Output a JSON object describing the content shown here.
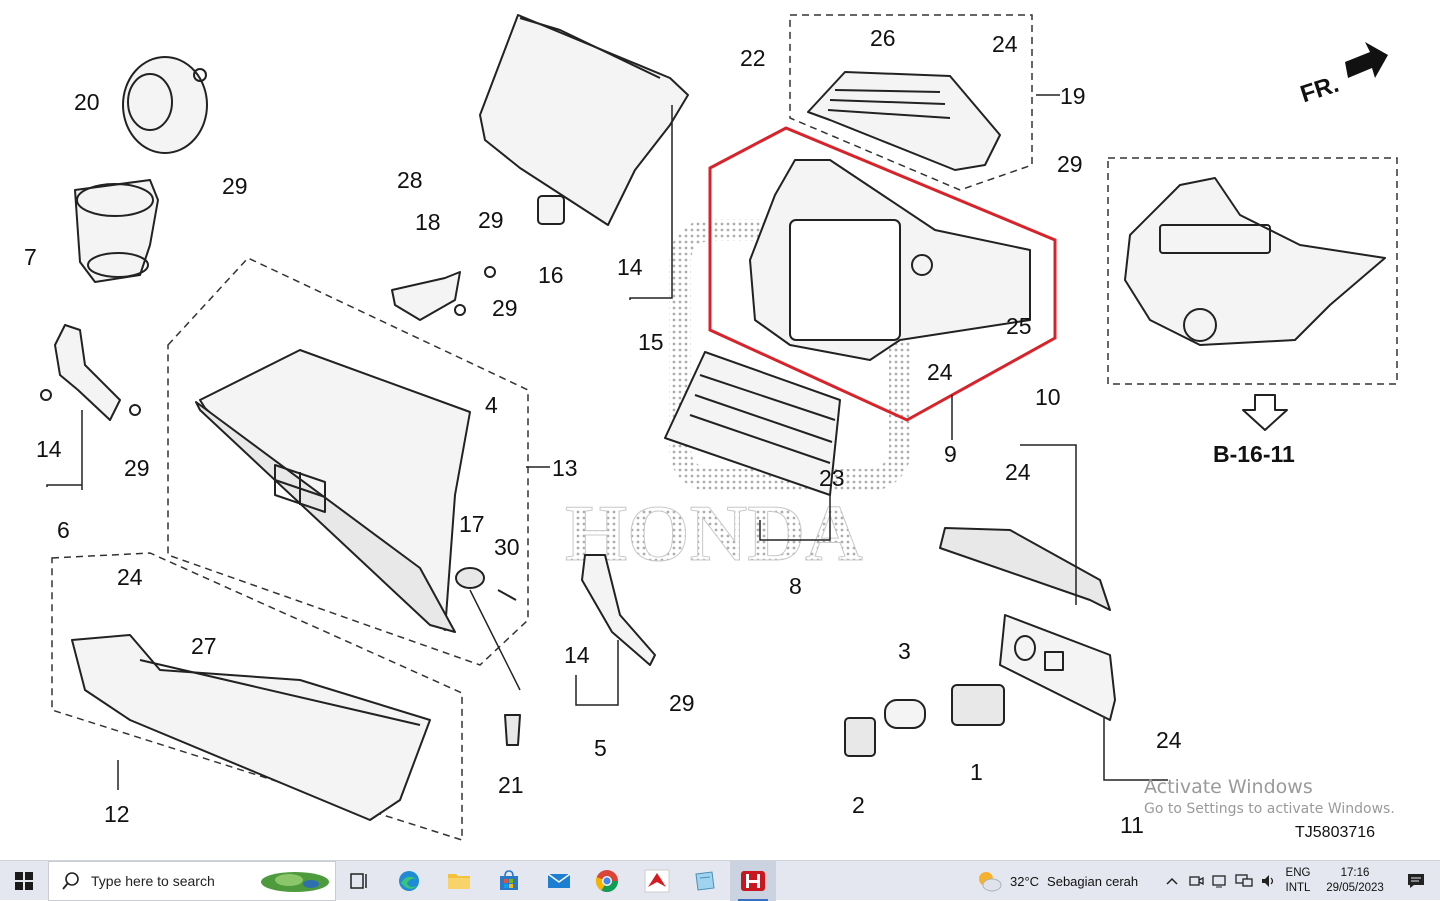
{
  "diagram": {
    "callouts": [
      {
        "id": "20",
        "text": "20"
      },
      {
        "id": "29a",
        "text": "29"
      },
      {
        "id": "7",
        "text": "7"
      },
      {
        "id": "14a",
        "text": "14"
      },
      {
        "id": "29b",
        "text": "29"
      },
      {
        "id": "6",
        "text": "6"
      },
      {
        "id": "28",
        "text": "28"
      },
      {
        "id": "18",
        "text": "18"
      },
      {
        "id": "29c",
        "text": "29"
      },
      {
        "id": "29d",
        "text": "29"
      },
      {
        "id": "16",
        "text": "16"
      },
      {
        "id": "14b",
        "text": "14"
      },
      {
        "id": "15",
        "text": "15"
      },
      {
        "id": "22",
        "text": "22"
      },
      {
        "id": "26",
        "text": "26"
      },
      {
        "id": "24a",
        "text": "24"
      },
      {
        "id": "19",
        "text": "19"
      },
      {
        "id": "29e",
        "text": "29"
      },
      {
        "id": "25",
        "text": "25"
      },
      {
        "id": "24b",
        "text": "24"
      },
      {
        "id": "9",
        "text": "9"
      },
      {
        "id": "23",
        "text": "23"
      },
      {
        "id": "8",
        "text": "8"
      },
      {
        "id": "10",
        "text": "10"
      },
      {
        "id": "24c",
        "text": "24"
      },
      {
        "id": "4",
        "text": "4"
      },
      {
        "id": "13",
        "text": "13"
      },
      {
        "id": "17",
        "text": "17"
      },
      {
        "id": "30",
        "text": "30"
      },
      {
        "id": "24d",
        "text": "24"
      },
      {
        "id": "27",
        "text": "27"
      },
      {
        "id": "12",
        "text": "12"
      },
      {
        "id": "21",
        "text": "21"
      },
      {
        "id": "14c",
        "text": "14"
      },
      {
        "id": "5",
        "text": "5"
      },
      {
        "id": "29f",
        "text": "29"
      },
      {
        "id": "3",
        "text": "3"
      },
      {
        "id": "1",
        "text": "1"
      },
      {
        "id": "2",
        "text": "2"
      },
      {
        "id": "24e",
        "text": "24"
      },
      {
        "id": "11",
        "text": "11"
      }
    ],
    "fr_label": "FR.",
    "ref_label": "B-16-11",
    "watermark_brand": "HONDA",
    "diagram_code": "TJ5803716",
    "highlight_color": "#d8232a"
  },
  "activation": {
    "title": "Activate Windows",
    "subtitle": "Go to Settings to activate Windows."
  },
  "taskbar": {
    "start_icon": "windows-logo-icon",
    "search_placeholder": "Type here to search",
    "apps": [
      {
        "name": "task-view",
        "icon": "task-view-icon"
      },
      {
        "name": "edge",
        "icon": "edge-icon"
      },
      {
        "name": "file-explorer",
        "icon": "folder-icon"
      },
      {
        "name": "store",
        "icon": "store-icon"
      },
      {
        "name": "mail",
        "icon": "mail-icon"
      },
      {
        "name": "chrome",
        "icon": "chrome-icon"
      },
      {
        "name": "honda-app",
        "icon": "honda-logo-icon"
      },
      {
        "name": "notes",
        "icon": "notes-icon"
      },
      {
        "name": "honda-epc",
        "icon": "honda-h-icon"
      }
    ],
    "weather": {
      "temp": "32°C",
      "desc": "Sebagian cerah"
    },
    "language": {
      "line1": "ENG",
      "line2": "INTL"
    },
    "clock": {
      "time": "17:16",
      "date": "29/05/2023"
    }
  }
}
